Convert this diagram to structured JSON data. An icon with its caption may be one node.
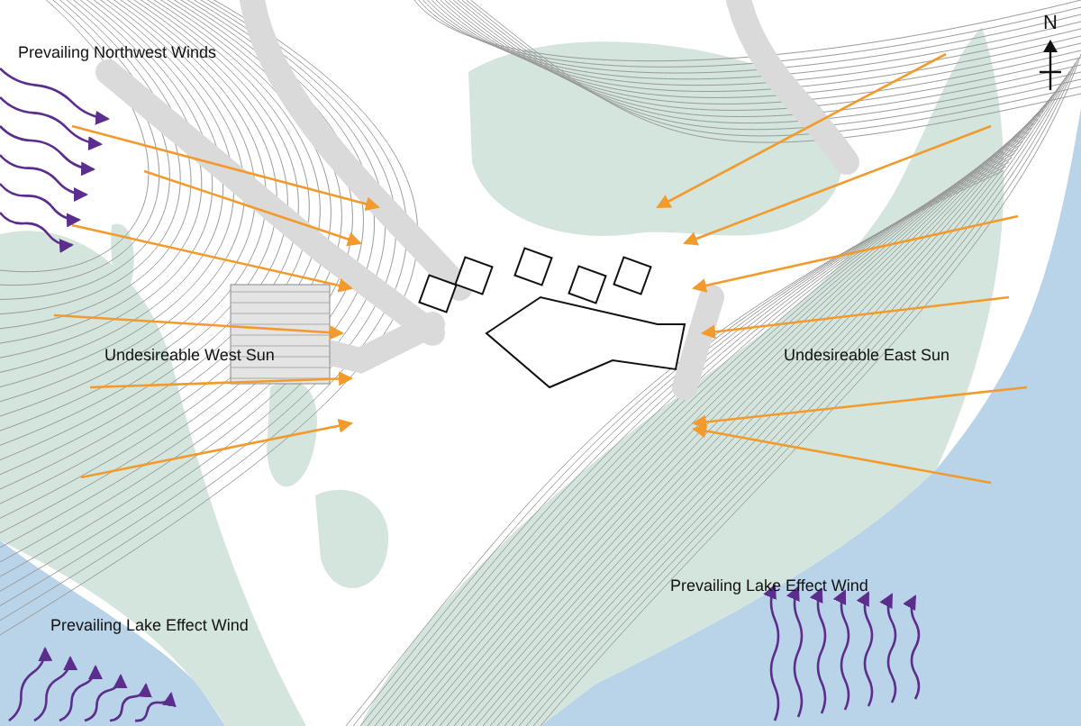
{
  "diagram": {
    "labels": [
      "N",
      "Prevailing Northwest Winds",
      "Undesireable West Sun",
      "Undesireable East Sun",
      "Prevailing Lake Effect Wind",
      "Prevailing Lake Effect Wind"
    ]
  }
}
